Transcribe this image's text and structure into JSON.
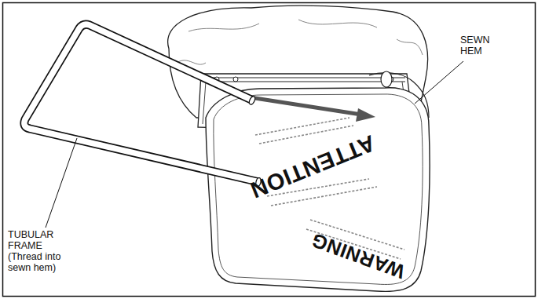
{
  "diagram": {
    "labels": [
      "SEWN HEM",
      "TUBULAR FRAME (Thread into sewn hem)",
      "ATTENTION",
      "WARNING"
    ]
  }
}
